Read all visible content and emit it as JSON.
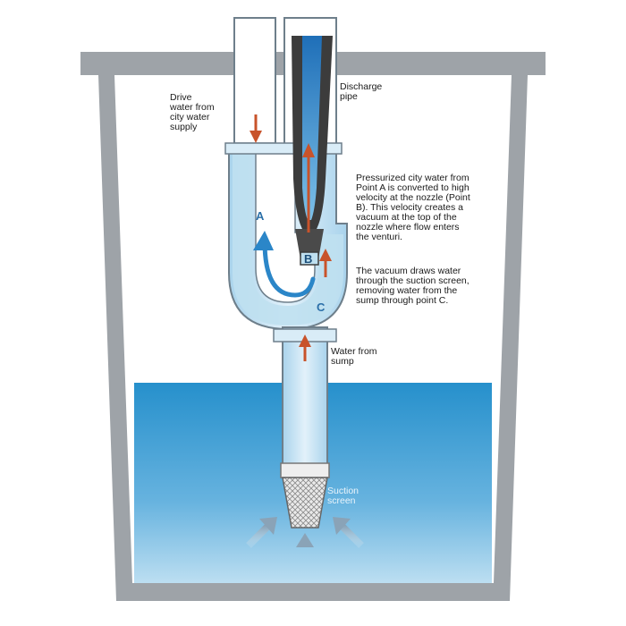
{
  "labels": {
    "drive_water": "Drive\nwater from\ncity water\nsupply",
    "discharge": "Discharge\npipe",
    "explanation_1": "Pressurized city water from\nPoint A is converted to high\nvelocity at the nozzle (Point\nB).  This velocity creates a\nvacuum at the top of the\nnozzle where flow enters\nthe venturi.",
    "explanation_2": "The vacuum draws water\nthrough the suction screen,\nremoving water from the\nsump through point C.",
    "water_from_sump": "Water from\nsump",
    "suction_screen": "Suction\nscreen",
    "point_a": "A",
    "point_b": "B",
    "point_c": "C"
  },
  "colors": {
    "basin_wall": "#9ea3a8",
    "sump_water": "#1f86c4",
    "pipe_water": "#bfe0f0",
    "pipe_outline": "#7a8a96",
    "nozzle": "#3c3c3c",
    "flow_arrow": "#c8532b",
    "flow_blue": "#2b86c8",
    "inflow_arrow": "#8fa6b8",
    "screen": "#d9d9d9"
  }
}
